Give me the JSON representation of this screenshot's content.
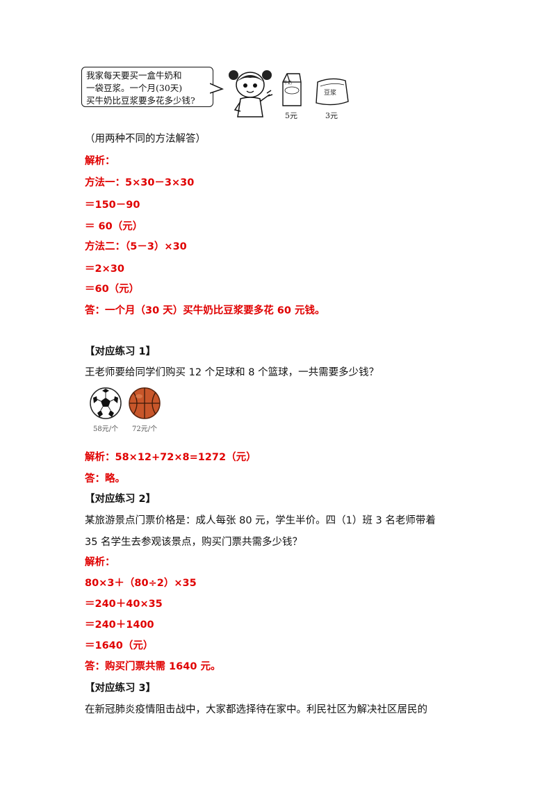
{
  "illustration": {
    "bubble_lines": [
      "我家每天要买一盒牛奶和",
      "一袋豆浆。一个月(30天)",
      "买牛奶比豆浆要多花多少钱?"
    ],
    "milk_label": "牛奶",
    "milk_price": "5元",
    "soy_label": "豆浆",
    "soy_price": "3元"
  },
  "problem1": {
    "note": "（用两种不同的方法解答）",
    "jiexi": "解析：",
    "lines": [
      "方法一：5×30－3×30",
      "＝150－90",
      "＝ 60（元）",
      "方法二：（5－3）×30",
      "＝2×30",
      "＝60（元）"
    ],
    "answer": "答：一个月（30 天）买牛奶比豆浆要多花 60 元钱。"
  },
  "exercise1": {
    "title": "【对应练习 1】",
    "question": "王老师要给同学们购买 12 个足球和 8 个篮球，一共需要多少钱？",
    "football_price": "58元/个",
    "basketball_price": "72元/个",
    "solution": "解析：58×12+72×8=1272（元）",
    "answer": "答：略。"
  },
  "exercise2": {
    "title": "【对应练习 2】",
    "question_line1": "某旅游景点门票价格是：成人每张 80 元，学生半价。四（1）班 3 名老师带着",
    "question_line2": "35 名学生去参观该景点，购买门票共需多少钱？",
    "jiexi": "解析：",
    "lines": [
      "80×3＋（80÷2）×35",
      "＝240＋40×35",
      "＝240＋1400",
      "＝1640（元）"
    ],
    "answer": "答：购买门票共需 1640 元。"
  },
  "exercise3": {
    "title": "【对应练习 3】",
    "question_line1": "在新冠肺炎疫情阻击战中，大家都选择待在家中。利民社区为解决社区居民的"
  },
  "colors": {
    "accent_red": "#e00000",
    "text": "#111111"
  }
}
